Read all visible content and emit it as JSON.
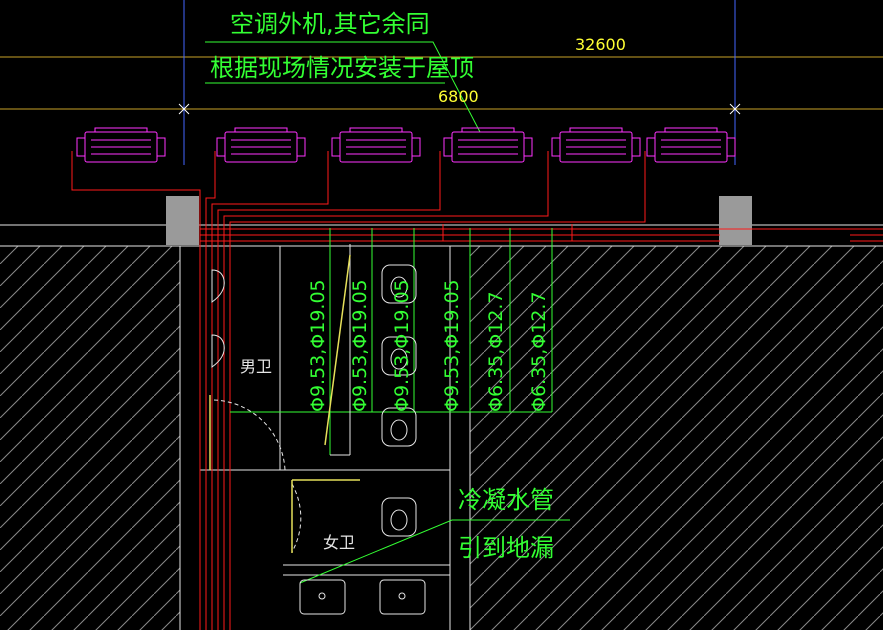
{
  "colors": {
    "background": "#000000",
    "pipe_red": "#ff1a1a",
    "unit_magenta": "#ff33ff",
    "annotation_green": "#33ff33",
    "dimension_yellow": "#ffff33",
    "wall_white": "#e6e6e6",
    "grid_blue": "#4466ff",
    "column_gray": "#9a9a9a"
  },
  "annotations": {
    "outdoor_unit_note_line1": "空调外机,其它余同",
    "outdoor_unit_note_line2": "根据现场情况安装于屋顶",
    "condensate_note_line1": "冷凝水管",
    "condensate_note_line2": "引到地漏"
  },
  "dimensions": {
    "total_span": "32600",
    "bay_span": "6800"
  },
  "room_labels": {
    "mens_restroom": "男卫",
    "womens_restroom": "女卫"
  },
  "pipe_spec_labels": [
    "Φ9.53,Φ19.05",
    "Φ9.53,Φ19.05",
    "Φ9.53,Φ19.05",
    "Φ9.53,Φ19.05",
    "Φ6.35,Φ12.7",
    "Φ6.35,Φ12.7"
  ],
  "outdoor_unit_count": 6
}
